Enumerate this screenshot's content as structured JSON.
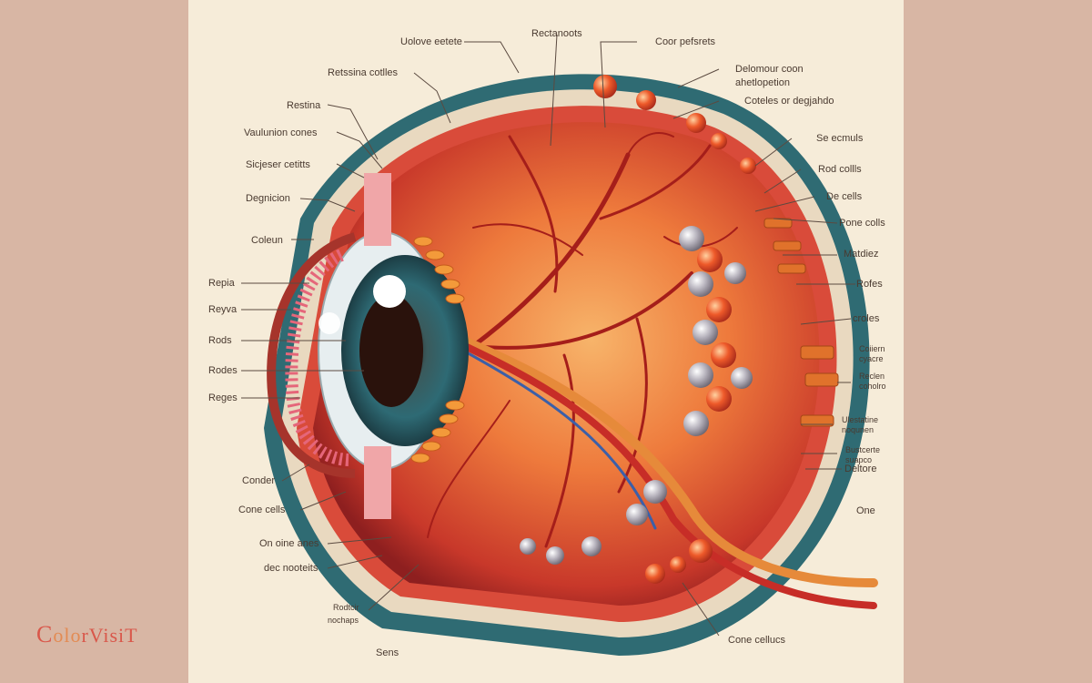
{
  "labels": {
    "uolove": "Uolove eetete",
    "rectanoots": "Rectanoots",
    "coor": "Coor pefsrets",
    "delomour": "Delomour coon",
    "ahetlopetion": "ahetlopetion",
    "coteles": "Coteles or degjahdo",
    "retssina": "Retssina cotlles",
    "restina": "Restina",
    "vaulunion": "Vaulunion cones",
    "sicjeser": "Sicjeser cetitts",
    "degnicion": "Degnicion",
    "coleun": "Coleun",
    "repia": "Repia",
    "reyva": "Reyva",
    "rods": "Rods",
    "rodes": "Rodes",
    "reges": "Reges",
    "conder": "Conder",
    "cone_cells": "Cone cells",
    "on_oine": "On oine anes",
    "dec": "dec nooteits",
    "rodtcir": "Rodtcir",
    "nochaps": "nochaps",
    "sens": "Sens",
    "cone_cellucs": "Cone cellucs",
    "se_ecmuls": "Se ecmuls",
    "rod_collls": "Rod collls",
    "de_cells": "De cells",
    "pone_colls": "Pone colls",
    "matdiez": "Matdiez",
    "rofes": "Rofes",
    "croles": "croles",
    "coiiern": "Coiiern",
    "cyacre": "cyacre",
    "reclen": "Reclen",
    "coholro": "coholro",
    "ulestatine": "Ulestatine",
    "noqunen": "noqunen",
    "bustcerte": "Bustcerte",
    "suapco": "suapco",
    "deltore": "Deltore",
    "one": "One"
  },
  "logo": {
    "part1": "C",
    "part2": "olo",
    "part3": "rVisiT"
  }
}
